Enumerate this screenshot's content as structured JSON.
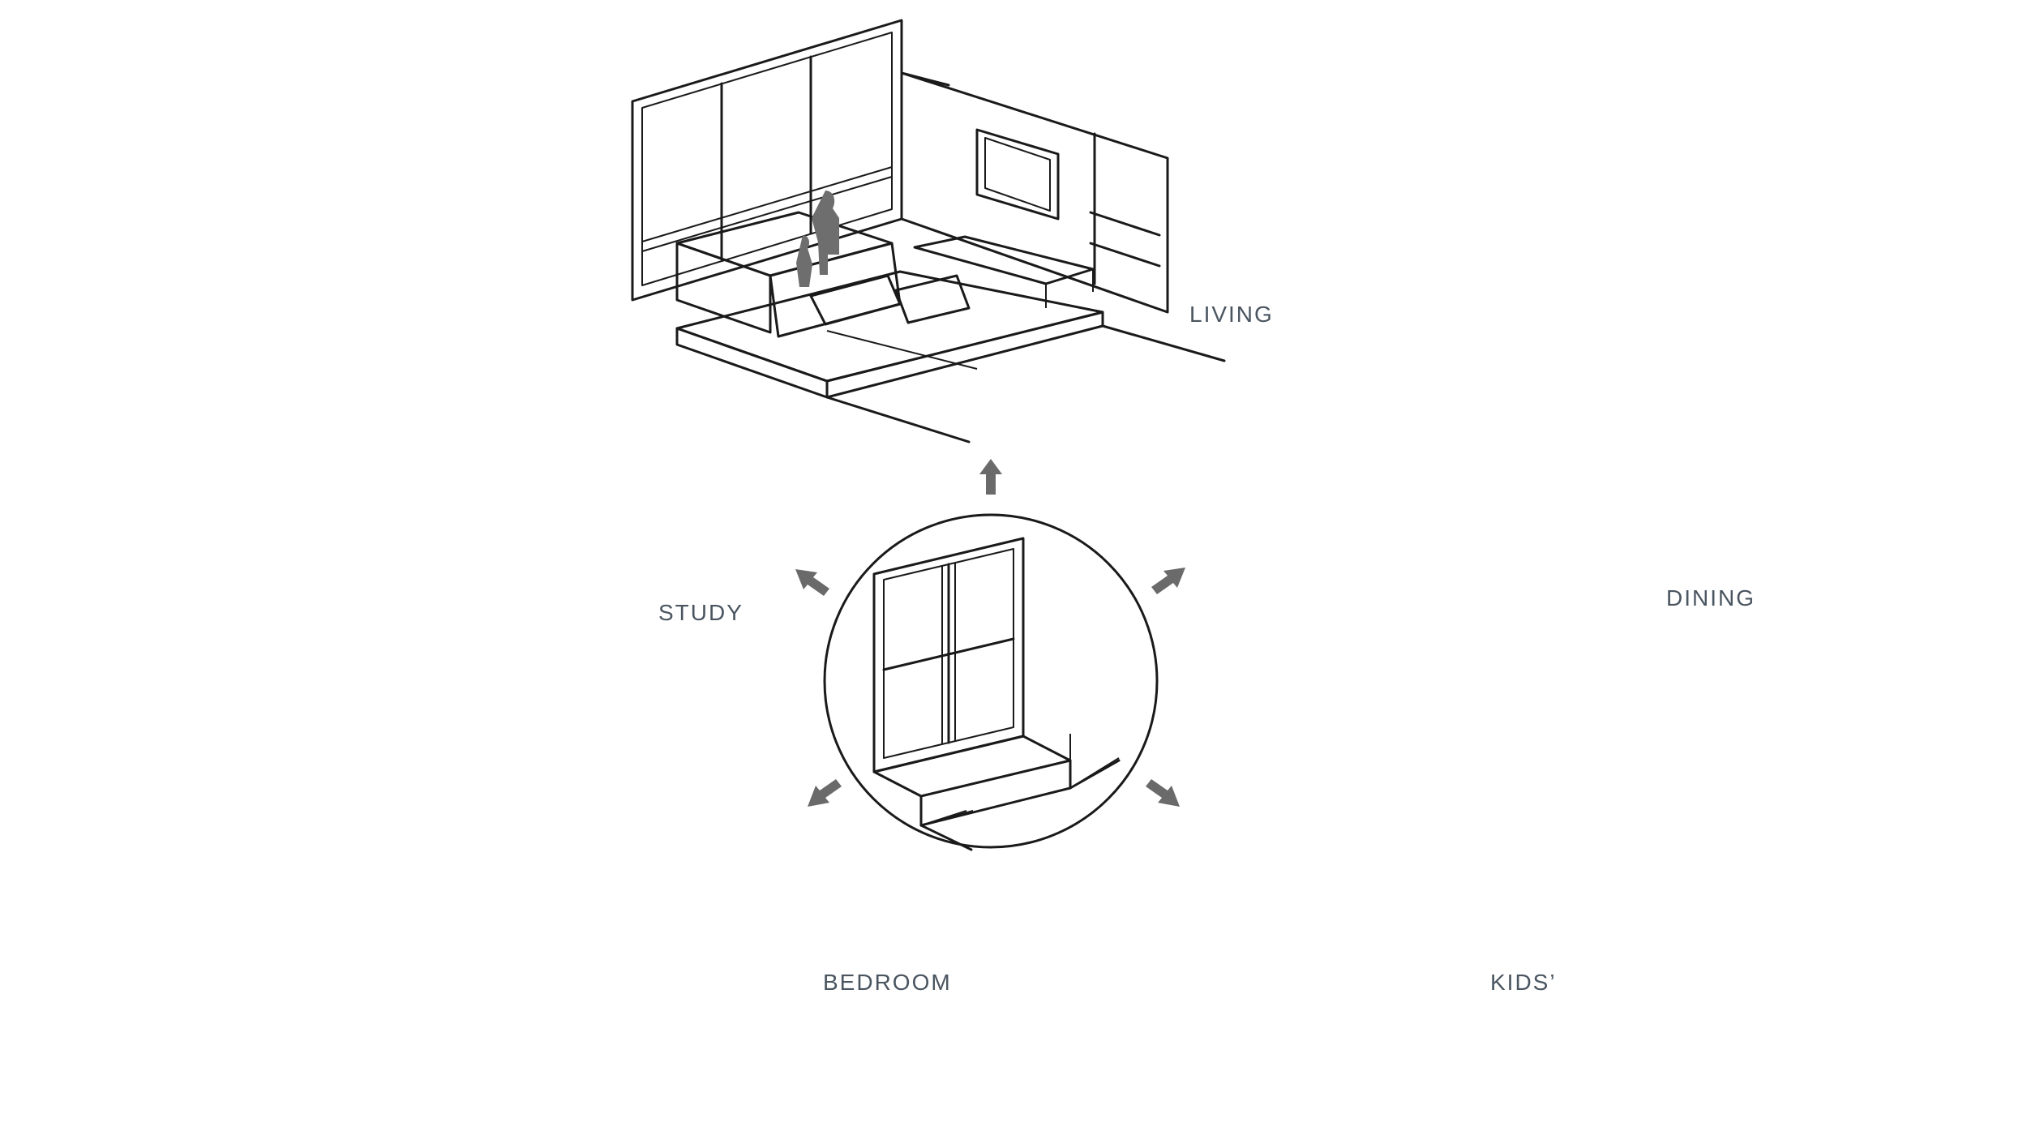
{
  "labels": {
    "living": "LIVING",
    "dining": "DINING",
    "study": "STUDY",
    "bedroom": "BEDROOM",
    "kids": "KIDS’"
  },
  "colors": {
    "line": "#1a1a1a",
    "label": "#4a5560",
    "figure": "#6e6e6e",
    "arrow": "#6a6a6a"
  }
}
